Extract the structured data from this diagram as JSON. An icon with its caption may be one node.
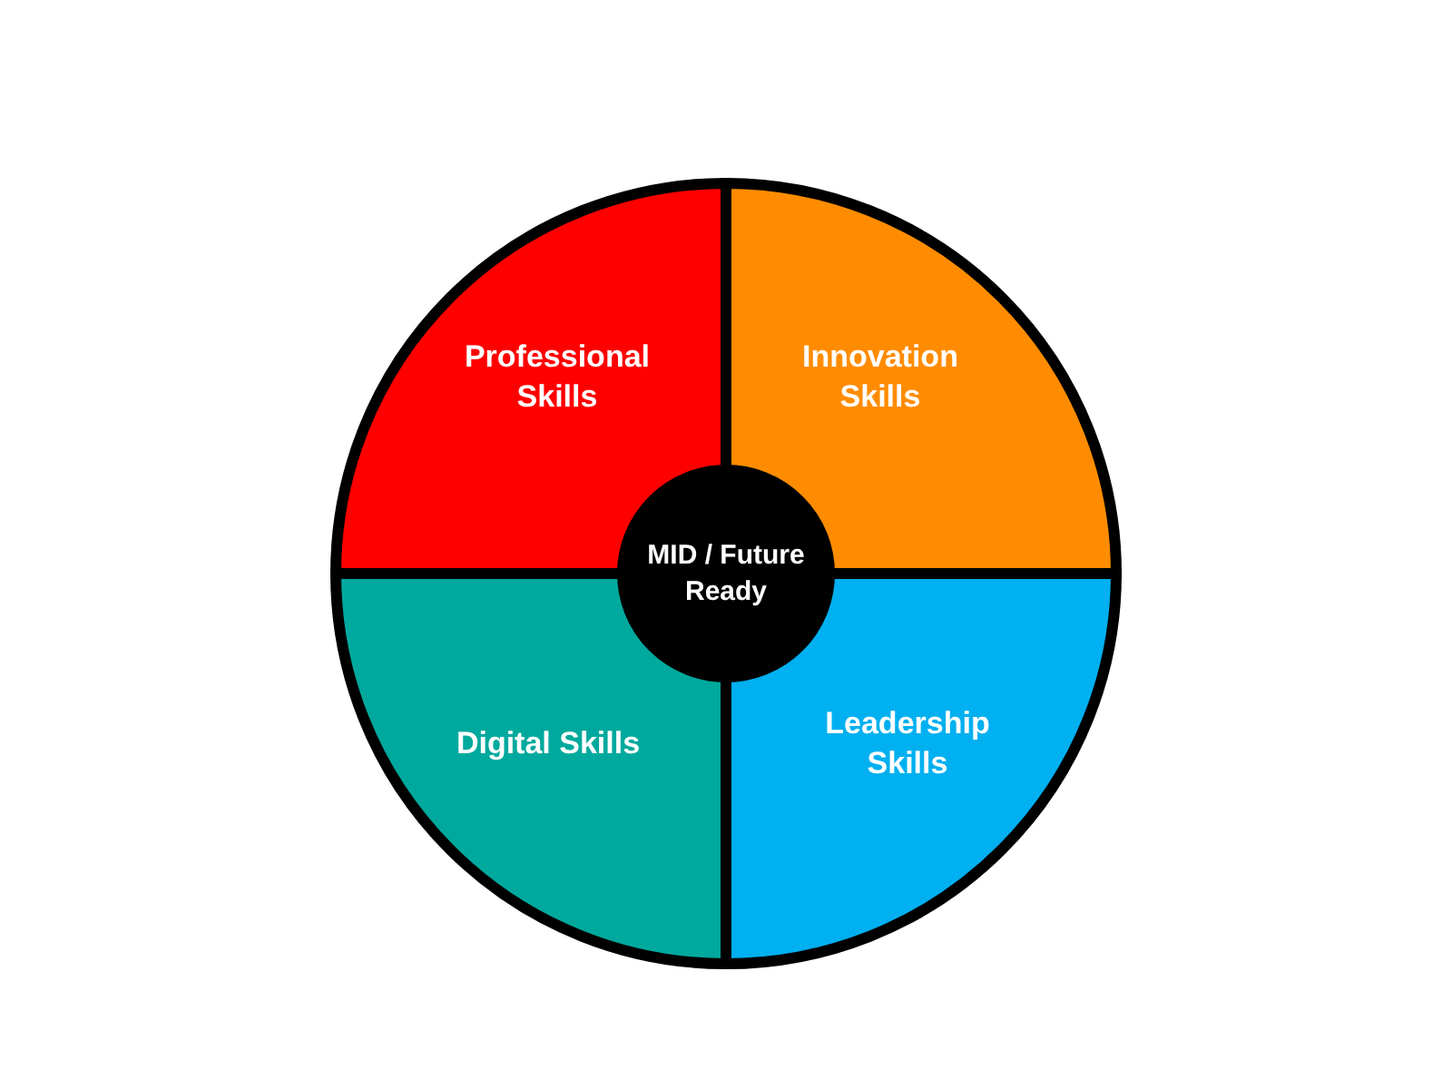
{
  "diagram": {
    "nodes": [
      {
        "text": [
          "Professional Skills"
        ]
      },
      {
        "text": [
          "Innovation Skills"
        ]
      },
      {
        "text": [
          "MID / Future Ready"
        ]
      },
      {
        "text": [
          "Digital Skills"
        ]
      },
      {
        "text": [
          "Leadership Skills"
        ]
      }
    ]
  }
}
